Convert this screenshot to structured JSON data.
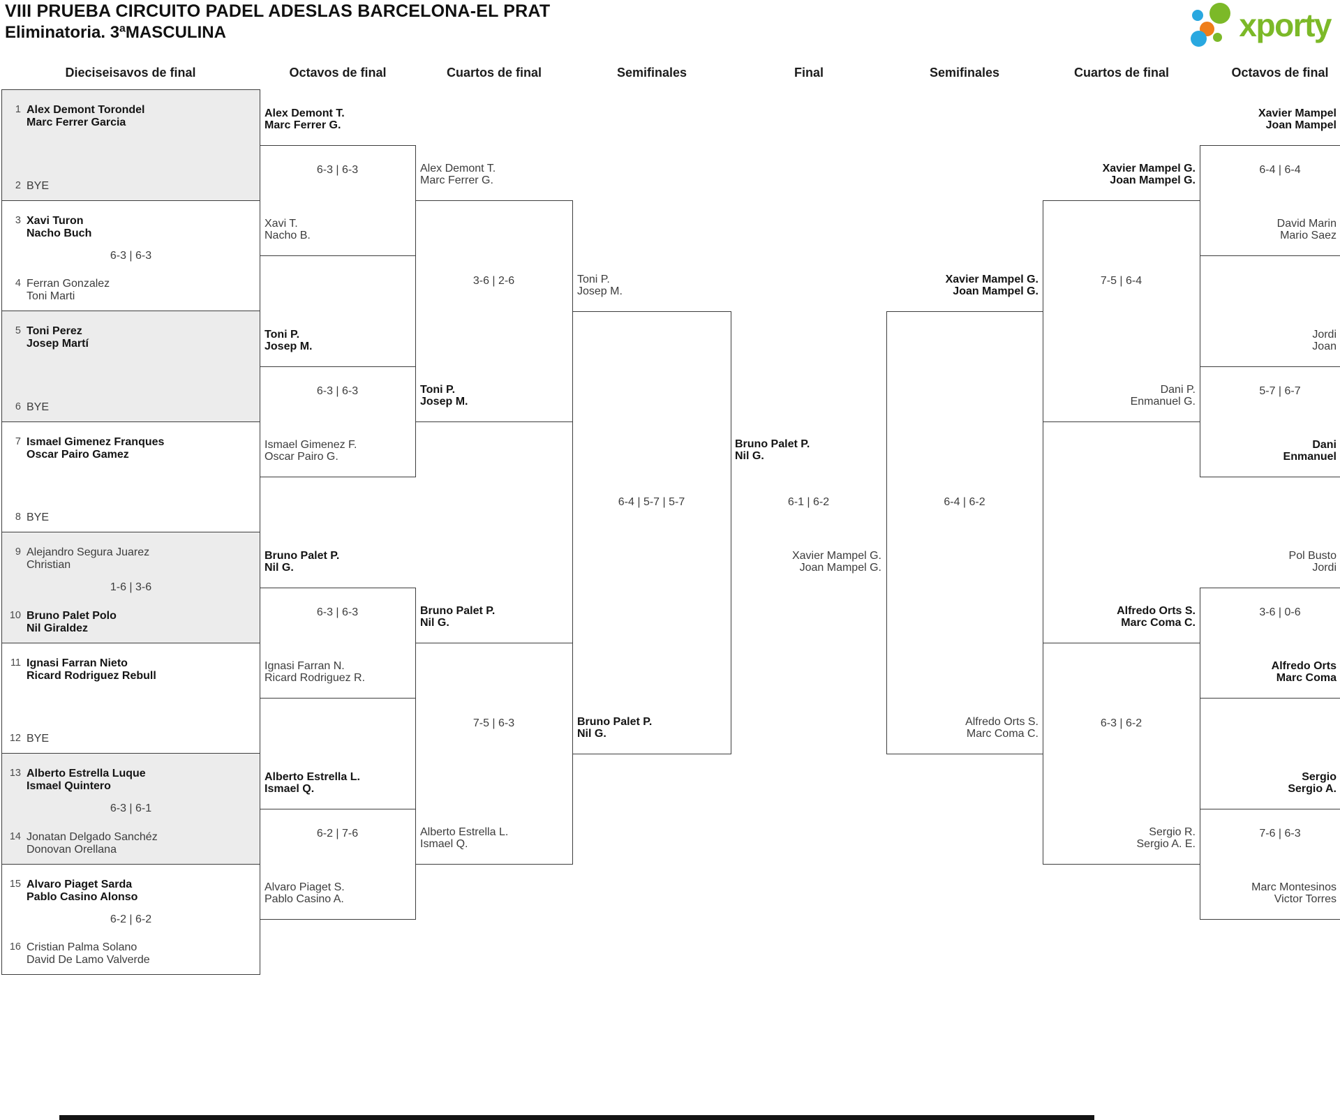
{
  "title": {
    "line1": "VIII PRUEBA CIRCUITO PADEL ADESLAS BARCELONA-EL PRAT",
    "line2": "Eliminatoria. 3ªMASCULINA"
  },
  "logo": {
    "text": "xporty"
  },
  "colors": {
    "logo_green": "#7cb928",
    "logo_blue": "#29a8e0",
    "logo_orange": "#ef7d18",
    "shaded_box": "#ececec",
    "line": "#3d3d3d"
  },
  "round_headers": [
    "Dieciseisavos de final",
    "Octavos de final",
    "Cuartos de final",
    "Semifinales",
    "Final",
    "Semifinales",
    "Cuartos de final",
    "Octavos de final"
  ],
  "bracket": {
    "r32_left": [
      {
        "shaded": true,
        "score": "",
        "top": {
          "seed": "1",
          "bold": true,
          "lines": [
            "Alex Demont Torondel",
            "Marc Ferrer Garcia"
          ]
        },
        "bottom": {
          "seed": "2",
          "bold": false,
          "lines": [
            "BYE"
          ]
        }
      },
      {
        "shaded": false,
        "score": "6-3 | 6-3",
        "top": {
          "seed": "3",
          "bold": true,
          "lines": [
            "Xavi Turon",
            "Nacho Buch"
          ]
        },
        "bottom": {
          "seed": "4",
          "bold": false,
          "lines": [
            "Ferran Gonzalez",
            "Toni Marti"
          ]
        }
      },
      {
        "shaded": true,
        "score": "",
        "top": {
          "seed": "5",
          "bold": true,
          "lines": [
            "Toni Perez",
            "Josep Martí"
          ]
        },
        "bottom": {
          "seed": "6",
          "bold": false,
          "lines": [
            "BYE"
          ]
        }
      },
      {
        "shaded": false,
        "score": "",
        "top": {
          "seed": "7",
          "bold": true,
          "lines": [
            "Ismael Gimenez Franques",
            "Oscar Pairo Gamez"
          ]
        },
        "bottom": {
          "seed": "8",
          "bold": false,
          "lines": [
            "BYE"
          ]
        }
      },
      {
        "shaded": true,
        "score": "1-6 | 3-6",
        "top": {
          "seed": "9",
          "bold": false,
          "lines": [
            "Alejandro Segura Juarez",
            "Christian"
          ]
        },
        "bottom": {
          "seed": "10",
          "bold": true,
          "lines": [
            "Bruno Palet Polo",
            "Nil Giraldez"
          ]
        }
      },
      {
        "shaded": false,
        "score": "",
        "top": {
          "seed": "11",
          "bold": true,
          "lines": [
            "Ignasi Farran Nieto",
            "Ricard Rodriguez Rebull"
          ]
        },
        "bottom": {
          "seed": "12",
          "bold": false,
          "lines": [
            "BYE"
          ]
        }
      },
      {
        "shaded": true,
        "score": "6-3 | 6-1",
        "top": {
          "seed": "13",
          "bold": true,
          "lines": [
            "Alberto Estrella Luque",
            "Ismael Quintero"
          ]
        },
        "bottom": {
          "seed": "14",
          "bold": false,
          "lines": [
            "Jonatan Delgado Sanchéz",
            "Donovan Orellana"
          ]
        }
      },
      {
        "shaded": false,
        "score": "6-2 | 6-2",
        "top": {
          "seed": "15",
          "bold": true,
          "lines": [
            "Alvaro Piaget Sarda",
            "Pablo Casino Alonso"
          ]
        },
        "bottom": {
          "seed": "16",
          "bold": false,
          "lines": [
            "Cristian Palma Solano",
            "David De Lamo Valverde"
          ]
        }
      }
    ],
    "octavos_left": [
      {
        "score": "6-3 | 6-3",
        "top": {
          "bold": true,
          "lines": [
            "Alex Demont T.",
            "Marc Ferrer G."
          ]
        },
        "bottom": {
          "bold": false,
          "lines": [
            "Xavi T.",
            "Nacho B."
          ]
        }
      },
      {
        "score": "6-3 | 6-3",
        "top": {
          "bold": true,
          "lines": [
            "Toni P.",
            "Josep M."
          ]
        },
        "bottom": {
          "bold": false,
          "lines": [
            "Ismael Gimenez F.",
            "Oscar Pairo G."
          ]
        }
      },
      {
        "score": "6-3 | 6-3",
        "top": {
          "bold": true,
          "lines": [
            "Bruno Palet P.",
            "Nil G."
          ]
        },
        "bottom": {
          "bold": false,
          "lines": [
            "Ignasi Farran N.",
            "Ricard Rodriguez R."
          ]
        }
      },
      {
        "score": "6-2 | 7-6",
        "top": {
          "bold": true,
          "lines": [
            "Alberto Estrella L.",
            "Ismael Q."
          ]
        },
        "bottom": {
          "bold": false,
          "lines": [
            "Alvaro Piaget S.",
            "Pablo Casino A."
          ]
        }
      }
    ],
    "cuartos_left": [
      {
        "score": "3-6 | 2-6",
        "top": {
          "bold": false,
          "lines": [
            "Alex Demont T.",
            "Marc Ferrer G."
          ]
        },
        "bottom": {
          "bold": true,
          "lines": [
            "Toni P.",
            "Josep M."
          ]
        }
      },
      {
        "score": "7-5 | 6-3",
        "top": {
          "bold": true,
          "lines": [
            "Bruno Palet P.",
            "Nil G."
          ]
        },
        "bottom": {
          "bold": false,
          "lines": [
            "Alberto Estrella L.",
            "Ismael Q."
          ]
        }
      }
    ],
    "semis_left": [
      {
        "score": "6-4 | 5-7 | 5-7",
        "top": {
          "bold": false,
          "lines": [
            "Toni P.",
            "Josep M."
          ]
        },
        "bottom": {
          "bold": true,
          "lines": [
            "Bruno Palet P.",
            "Nil G."
          ]
        }
      }
    ],
    "final": {
      "score": "6-1 | 6-2",
      "top": {
        "bold": true,
        "lines": [
          "Bruno Palet P.",
          "Nil G."
        ]
      },
      "bottom": {
        "bold": false,
        "lines": [
          "Xavier Mampel G.",
          "Joan Mampel G."
        ]
      }
    },
    "semis_right": [
      {
        "score": "6-4 | 6-2",
        "top": {
          "bold": true,
          "lines": [
            "Xavier Mampel G.",
            "Joan Mampel G."
          ]
        },
        "bottom": {
          "bold": false,
          "lines": [
            "Alfredo Orts S.",
            "Marc Coma C."
          ]
        }
      }
    ],
    "cuartos_right": [
      {
        "score": "7-5 | 6-4",
        "top": {
          "bold": true,
          "lines": [
            "Xavier Mampel G.",
            "Joan Mampel G."
          ]
        },
        "bottom": {
          "bold": false,
          "lines": [
            "Dani P.",
            "Enmanuel G."
          ]
        }
      },
      {
        "score": "6-3 | 6-2",
        "top": {
          "bold": true,
          "lines": [
            "Alfredo Orts S.",
            "Marc Coma C."
          ]
        },
        "bottom": {
          "bold": false,
          "lines": [
            "Sergio R.",
            "Sergio A. E."
          ]
        }
      }
    ],
    "octavos_right": [
      {
        "score": "6-4 | 6-4",
        "top": {
          "bold": true,
          "lines": [
            "Xavier Mampel",
            "Joan Mampel"
          ]
        },
        "bottom": {
          "bold": false,
          "lines": [
            "David Marin",
            "Mario Saez"
          ]
        }
      },
      {
        "score": "5-7 | 6-7",
        "top": {
          "bold": false,
          "lines": [
            "Jordi",
            "Joan"
          ]
        },
        "bottom": {
          "bold": true,
          "lines": [
            "Dani",
            "Enmanuel"
          ]
        }
      },
      {
        "score": "3-6 | 0-6",
        "top": {
          "bold": false,
          "lines": [
            "Pol Busto",
            "Jordi"
          ]
        },
        "bottom": {
          "bold": true,
          "lines": [
            "Alfredo Orts",
            "Marc Coma"
          ]
        }
      },
      {
        "score": "7-6 | 6-3",
        "top": {
          "bold": true,
          "lines": [
            "Sergio",
            "Sergio A."
          ]
        },
        "bottom": {
          "bold": false,
          "lines": [
            "Marc Montesinos",
            "Victor Torres"
          ]
        }
      }
    ]
  }
}
